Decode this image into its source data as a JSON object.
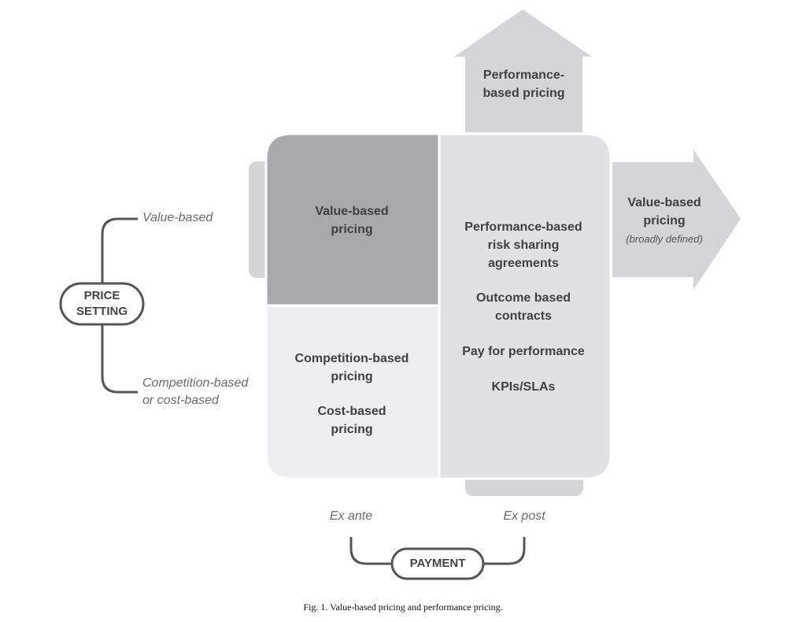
{
  "price_setting": {
    "label_line1": "PRICE",
    "label_line2": "SETTING",
    "top_option": "Value-based",
    "bottom_option_line1": "Competition-based",
    "bottom_option_line2": "or cost-based"
  },
  "payment": {
    "label": "PAYMENT",
    "left_option": "Ex ante",
    "right_option": "Ex post"
  },
  "arrows": {
    "up": {
      "line1": "Performance-",
      "line2": "based pricing"
    },
    "right": {
      "line1": "Value-based",
      "line2": "pricing",
      "note": "(broadly defined)"
    }
  },
  "quadrants": {
    "top_left": {
      "line1": "Value-based",
      "line2": "pricing"
    },
    "bottom_left": {
      "item1_line1": "Competition-based",
      "item1_line2": "pricing",
      "item2_line1": "Cost-based",
      "item2_line2": "pricing"
    },
    "right": {
      "item1_line1": "Performance-based",
      "item1_line2": "risk sharing",
      "item1_line3": "agreements",
      "item2_line1": "Outcome based",
      "item2_line2": "contracts",
      "item3": "Pay for performance",
      "item4": "KPIs/SLAs"
    }
  },
  "caption": "Fig. 1. Value-based pricing and performance pricing.",
  "colors": {
    "dark_quadrant": "#a7a9ab",
    "light_quadrant": "#eceeef",
    "right_panel": "#dfe1e3",
    "arrow_fill": "#d3d5d7",
    "bracket": "#555555"
  }
}
